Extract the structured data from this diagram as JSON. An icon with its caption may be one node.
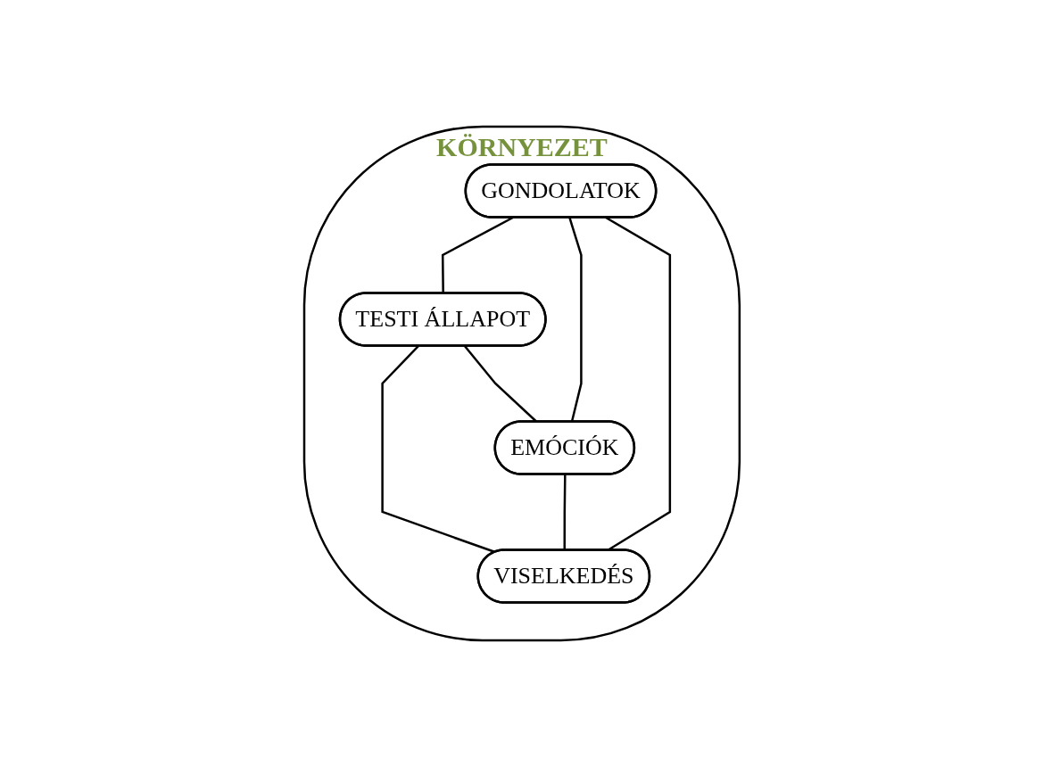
{
  "diagram": {
    "nodes": [
      {
        "text": [
          "KÖRNYEZET"
        ]
      },
      {
        "text": [
          "GONDOLATOK"
        ],
        "in": 0
      },
      {
        "text": [
          "TESTI ÁLLAPOT"
        ],
        "in": 0
      },
      {
        "text": [
          "EMÓCIÓK"
        ],
        "in": 0
      },
      {
        "text": [
          "VISELKEDÉS"
        ],
        "in": 0
      }
    ],
    "edges": [
      {
        "from": 1,
        "to": 2,
        "arrow": "none"
      },
      {
        "from": 1,
        "to": 3,
        "arrow": "none"
      },
      {
        "from": 2,
        "to": 4,
        "arrow": "none"
      },
      {
        "from": 3,
        "to": 4,
        "arrow": "none"
      },
      {
        "from": 1,
        "to": 4,
        "arrow": "none"
      },
      {
        "from": 2,
        "to": 3,
        "arrow": "none"
      }
    ]
  }
}
